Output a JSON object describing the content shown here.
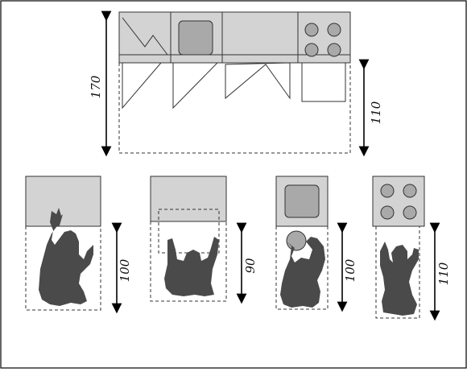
{
  "top_plan": {
    "overall_depth_label": "170",
    "door_swing_label": "110"
  },
  "stations": [
    {
      "id": "worktop",
      "clearance_label": "100"
    },
    {
      "id": "dishwasher",
      "clearance_label": "90"
    },
    {
      "id": "sink",
      "clearance_label": "100"
    },
    {
      "id": "hob",
      "clearance_label": "110"
    }
  ],
  "colors": {
    "counter": "#d3d3d3",
    "fixture": "#a9a9a9",
    "person": "#4a4a4a",
    "outline": "#333333"
  }
}
